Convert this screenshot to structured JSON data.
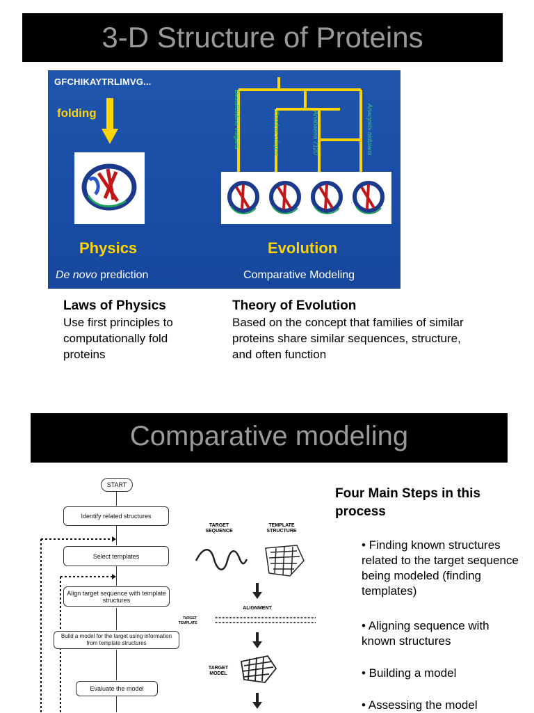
{
  "slide1": {
    "title": "3-D Structure of Proteins",
    "sequence": "GFCHIKAYTRLIMVG...",
    "folding": "folding",
    "species": [
      "Desulfovibrio vulgaris",
      "Condrus crispus",
      "Anabaena 7120",
      "Anacystis nidulans"
    ],
    "physics_label": "Physics",
    "physics_sub_italic": "De novo",
    "physics_sub_rest": " prediction",
    "evolution_label": "Evolution",
    "evolution_sub": "Comparative Modeling",
    "left_heading": "Laws of Physics",
    "left_body": "Use first principles to computationally fold proteins",
    "right_heading": "Theory of Evolution",
    "right_body": "Based on the concept that families of similar proteins share similar sequences, structure, and often function"
  },
  "slide2": {
    "title": "Comparative modeling",
    "flow": {
      "start": "START",
      "steps": [
        "Identify related structures",
        "Select templates",
        "Align target sequence with template structures",
        "Build a model for the target using information from template structures",
        "Evaluate the model"
      ]
    },
    "diagram": {
      "target_sequence": "TARGET SEQUENCE",
      "template_structure": "TEMPLATE STRUCTURE",
      "alignment": "ALIGNMENT",
      "target_row": "TARGET",
      "template_row": "TEMPLATE",
      "target_model": "TARGET MODEL"
    },
    "heading": "Four Main Steps in this process",
    "bullets": [
      "• Finding known structures related to the target sequence being modeled (finding templates)",
      "• Aligning sequence with known structures",
      "• Building a model",
      "• Assessing the model"
    ]
  },
  "colors": {
    "title_bg": "#000000",
    "title_text": "#9a9a9a",
    "panel_blue": "#1a4ea6",
    "accent_yellow": "#ffd400",
    "species_green": "#2fd06a"
  }
}
